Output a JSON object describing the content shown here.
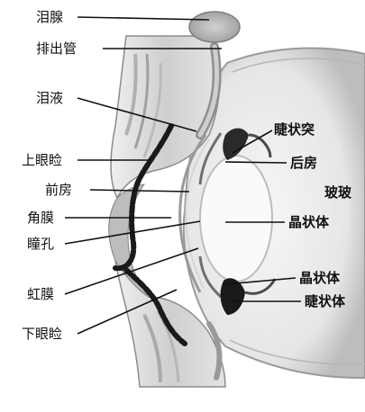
{
  "title": "",
  "labels": {
    "lacrimal_gland": "泪腺",
    "drainage_duct": "排出管",
    "tear_fluid": "泪液",
    "upper_eyelid": "上眼睑",
    "anterior_chamber": "前房",
    "cornea": "角膜",
    "pupil": "瞳孔",
    "iris": "虹膜",
    "lower_eyelid": "下眼睑",
    "ciliary_process": "睫状突",
    "posterior_chamber": "后房",
    "vitreous": "玻玻",
    "lens": "晶状体",
    "lens_2": "晶状体",
    "ciliary_body": "睫状体"
  },
  "colors": {
    "ink": "#111111",
    "tissue_light": "#d9d9d9",
    "tissue_mid": "#a8a8a8",
    "tissue_dark": "#1a1a1a",
    "sclera": "#c8c8c8",
    "eyeball_fill": "#ededed",
    "lens_fill": "#fafafa"
  }
}
